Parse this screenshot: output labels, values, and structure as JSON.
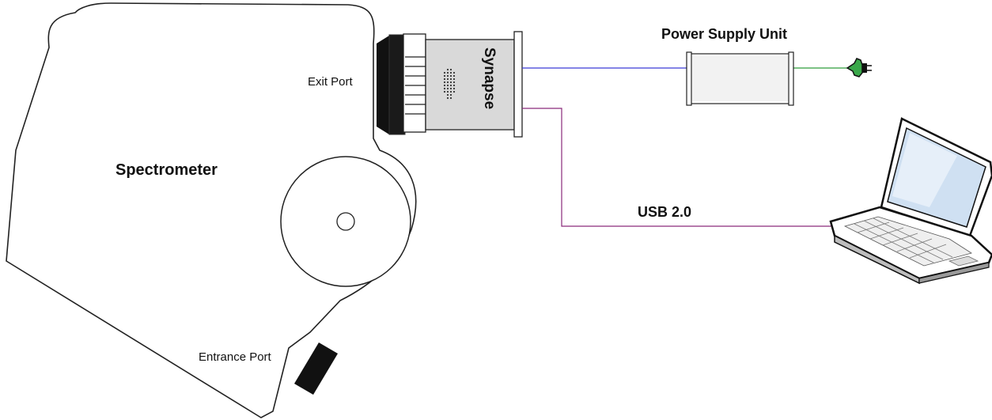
{
  "labels": {
    "spectrometer": "Spectrometer",
    "exit_port": "Exit Port",
    "entrance_port": "Entrance Port",
    "synapse": "Synapse",
    "power_supply": "Power Supply Unit",
    "usb": "USB 2.0"
  },
  "colors": {
    "power_cable": "#3a3ad8",
    "ac_cable": "#2e9e3a",
    "usb_cable": "#8a2a7a",
    "outline": "#222222",
    "synapse_body": "#d9d9d9",
    "port_black": "#111111",
    "screen": "#cfe0f2",
    "plug": "#3aa84a"
  },
  "icons": {
    "plug": "ac-plug-icon",
    "laptop": "laptop-icon",
    "grating": "grating-turret-icon"
  }
}
